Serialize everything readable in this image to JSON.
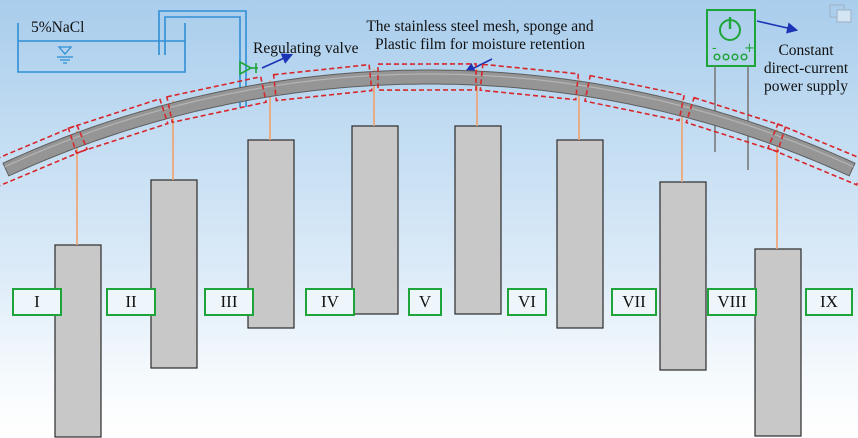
{
  "labels": {
    "nacl": "5%NaCl",
    "valve": "Regulating valve",
    "mesh_line1": "The stainless steel mesh, sponge and",
    "mesh_line2": "Plastic film for moisture retention",
    "power_line1": "Constant",
    "power_line2": "direct-current",
    "power_line3": "power supply"
  },
  "piers": [
    {
      "id": "I"
    },
    {
      "id": "II"
    },
    {
      "id": "III"
    },
    {
      "id": "IV"
    },
    {
      "id": "V"
    },
    {
      "id": "VI"
    },
    {
      "id": "VII"
    },
    {
      "id": "VIII"
    },
    {
      "id": "IX"
    }
  ],
  "colors": {
    "arch_fill": "#959595",
    "arch_edge": "#5e5e5e",
    "dashed_box": "#d8262b",
    "pier_fill": "#c8c8c8",
    "pier_edge": "#2b2b2b",
    "connector": "#f2a06a",
    "water": "#2f8fd4",
    "label_border": "#1ea53a",
    "power_device": "#1ea53a",
    "arrow": "#1b33b5"
  },
  "icons": {
    "power_supply": "power-symbol-icon",
    "valve": "valve-icon",
    "water": "water-level-icon"
  }
}
